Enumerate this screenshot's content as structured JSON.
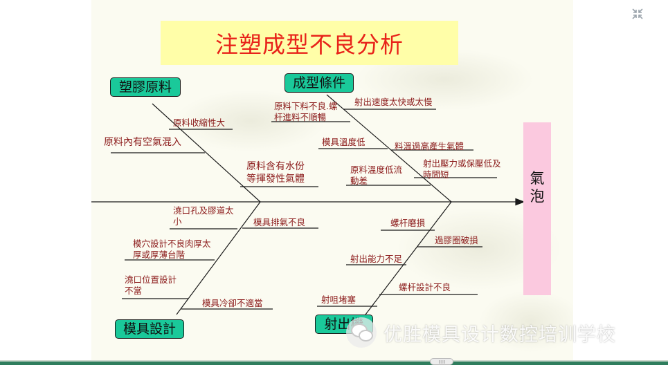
{
  "title": "注塑成型不良分析",
  "effect": [
    "氣",
    "泡"
  ],
  "categories": {
    "top_left": "塑膠原料",
    "top_right": "成型條件",
    "bottom_left": "模具設計",
    "bottom_right": "射出機"
  },
  "causes": {
    "material_shrinkage": "原料收縮性大",
    "material_air": "原料內有空氣混入",
    "material_moisture_1": "原料含有水份",
    "material_moisture_2": "等揮發性氣體",
    "cond_feed_1": "原料下料不良.螺",
    "cond_feed_2": "杆進料不順暢",
    "cond_speed": "射出速度太快或太慢",
    "cond_mold_temp": "模具溫度低",
    "cond_overheat": "料溫過高產生氣體",
    "cond_pressure_1": "射出壓力或保壓低及",
    "cond_pressure_2": "時間短",
    "cond_flow_1": "原料溫度低流",
    "cond_flow_2": "動差",
    "mold_gate_1": "澆口孔及膠道太",
    "mold_gate_2": "小",
    "mold_vent": "模具排氣不良",
    "mold_cavity_1": "模穴設計不良肉厚太",
    "mold_cavity_2": "厚或厚薄台階",
    "mold_gate_pos_1": "澆口位置設計",
    "mold_gate_pos_2": "不當",
    "mold_cooling": "模具冷卻不適當",
    "mach_screw_wear": "螺杆磨損",
    "mach_ring": "過膠圈破損",
    "mach_capacity": "射出能力不足",
    "mach_screw_design": "螺杆設計不良",
    "mach_nozzle": "射咀堵塞"
  },
  "watermark": "优胜模具设计数控培训学校",
  "colors": {
    "title": "#e8231a",
    "category_fill": "#1ac99a",
    "effect_fill": "#fbc9df",
    "cause_text": "#8b1a1a",
    "title_fill": "#fffea8"
  }
}
